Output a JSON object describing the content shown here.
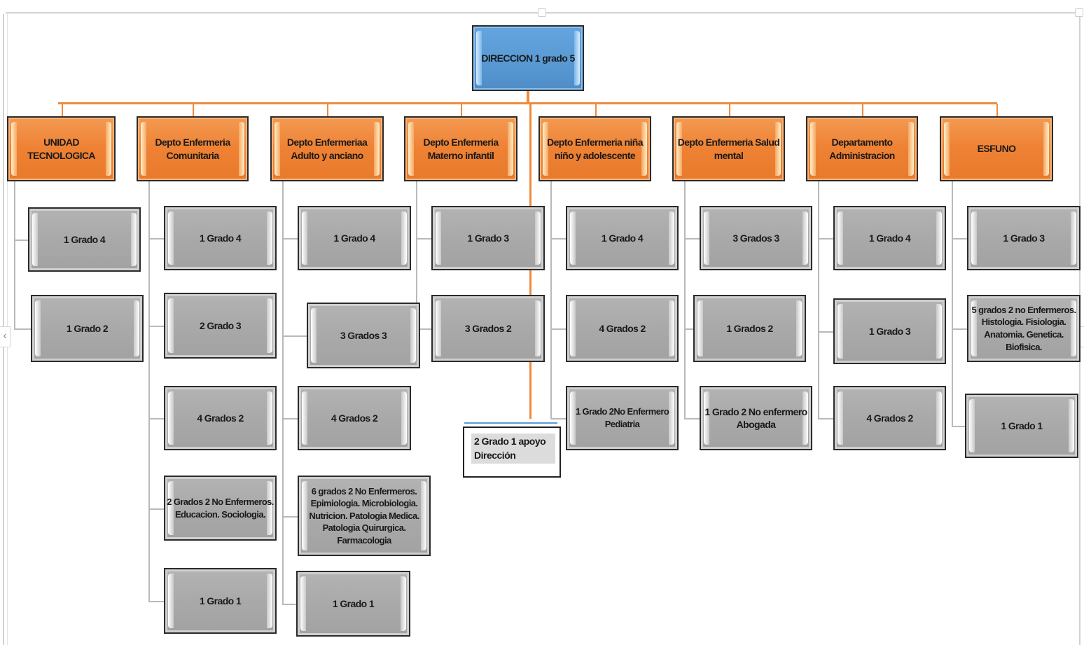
{
  "diagram": {
    "type": "org-chart",
    "colors": {
      "root": "#5b9bd5",
      "department": "#ed7d31",
      "grade": "#a6a6a6",
      "connector_root": "#f08a3c",
      "connector_child": "#b9b9b9",
      "apoyo_highlight": "#dcdcdc"
    },
    "root": {
      "label": "DIRECCION  1 grado 5"
    },
    "apoyo": {
      "line1": "2 Grado 1 apoyo",
      "line2": "Dirección"
    },
    "departments": [
      {
        "label": "UNIDAD TECNOLOGICA",
        "children": [
          "1 Grado 4",
          "1 Grado 2"
        ]
      },
      {
        "label": "Depto  Enfermeria Comunitaria",
        "children": [
          "1 Grado 4",
          "2 Grado 3",
          "4 Grados 2",
          "2 Grados 2 No Enfermeros. Educacion. Sociologia.",
          "1 Grado 1"
        ]
      },
      {
        "label": "Depto  Enfermeriaa Adulto y anciano",
        "children": [
          "1 Grado 4",
          "3 Grados 3",
          "4 Grados 2",
          "6 grados 2 No Enfermeros. Epimiologia. Microbiologia. Nutricion. Patologia Medica. Patologia Quirurgica. Farmacologia",
          "1 Grado 1"
        ]
      },
      {
        "label": "Depto Enfermeria Materno infantil",
        "children": [
          "1 Grado 3",
          "3 Grados 2"
        ]
      },
      {
        "label": "Depto Enfermeria niña niño y adolescente",
        "children": [
          "1 Grado 4",
          "4 Grados 2",
          "1 Grado  2No Enfermero Pediatria"
        ]
      },
      {
        "label": "Depto Enfermeria  Salud mental",
        "children": [
          "3 Grados 3",
          "1 Grados 2",
          "1 Grado 2 No enfermero Abogada"
        ]
      },
      {
        "label": "Departamento Administracion",
        "children": [
          "1 Grado 4",
          "1 Grado 3",
          "4 Grados 2"
        ]
      },
      {
        "label": "ESFUNO",
        "children": [
          "1 Grado 3",
          "5 grados 2 no Enfermeros. Histologia. Fisiologia. Anatomia. Genetica. Biofisica.",
          "1 Grado 1"
        ]
      }
    ]
  },
  "ui": {
    "collapse_left_glyph": "‹"
  }
}
